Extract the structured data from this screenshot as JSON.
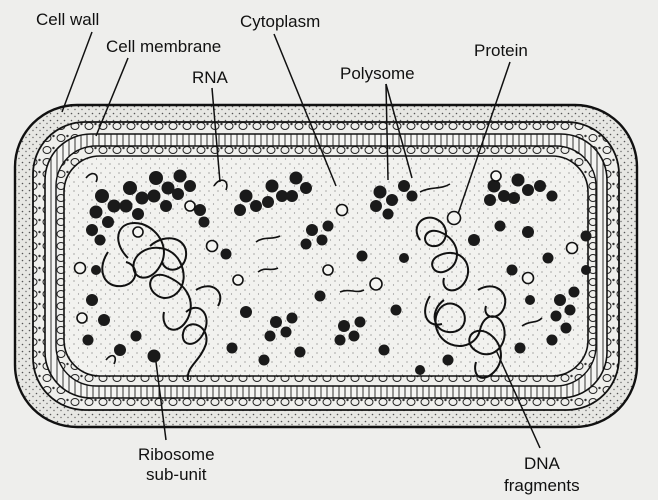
{
  "labels": {
    "cell_wall": "Cell wall",
    "cell_membrane": "Cell membrane",
    "rna": "RNA",
    "cytoplasm": "Cytoplasm",
    "polysome": "Polysome",
    "protein": "Protein",
    "ribosome_line1": "Ribosome",
    "ribosome_line2": "sub-unit",
    "dna_line1": "DNA",
    "dna_line2": "fragments"
  },
  "colors": {
    "background": "#eeeeec",
    "ink": "#111111",
    "wall_fill": "#e4e4e0",
    "cytoplasm_fill": "#f3f3f0",
    "ribosome": "#1a1a1a"
  }
}
